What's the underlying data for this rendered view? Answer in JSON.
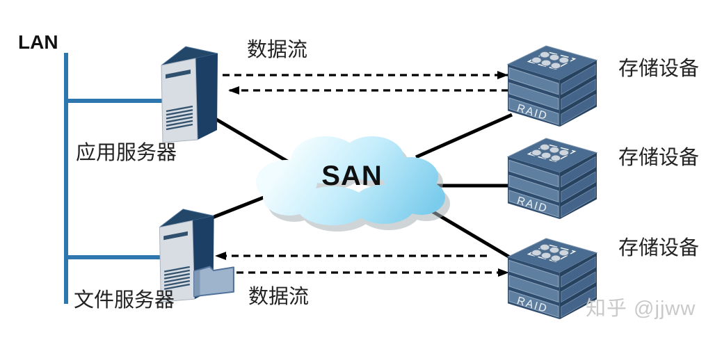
{
  "diagram": {
    "lan_label": "LAN",
    "san_label": "SAN",
    "app_server": {
      "label": "应用服务器"
    },
    "file_server": {
      "label": "文件服务器"
    },
    "data_flow_top_label": "数据流",
    "data_flow_bottom_label": "数据流",
    "storage_devices": [
      {
        "label": "存储设备",
        "raid_label": "RAID"
      },
      {
        "label": "存储设备",
        "raid_label": "RAID"
      },
      {
        "label": "存储设备",
        "raid_label": "RAID"
      }
    ],
    "watermark": "知乎 @jjww",
    "colors": {
      "lan_line": "#2e77ae",
      "server_side_navy": "#1c3f66",
      "server_front_gray": "#d8dde4",
      "storage_body": "#2e4c6d",
      "storage_panel": "#5f7fa0",
      "cloud_blue": "#8fd6f2",
      "connector_black": "#000000",
      "watermark_gray": "#c9c9c9"
    }
  }
}
